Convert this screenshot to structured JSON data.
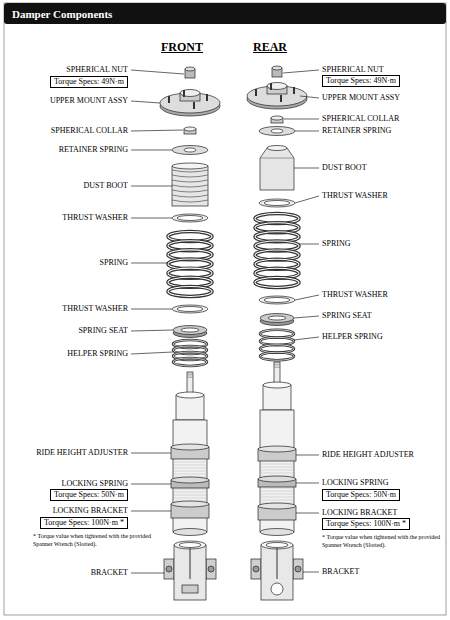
{
  "diagram": {
    "title": "Damper Components",
    "nodes": [
      {
        "text": [
          "Torque Specs: 49N·m"
        ]
      },
      {
        "text": [
          "Torque Specs: 50N·m"
        ]
      },
      {
        "text": [
          "Torque Specs: 100N·m *"
        ]
      },
      {
        "text": [
          "Torque Specs: 49N·m"
        ]
      },
      {
        "text": [
          "Torque Specs: 50N·m"
        ]
      },
      {
        "text": [
          "Torque Specs: 100N·m *"
        ]
      }
    ],
    "labels": [
      "FRONT",
      "REAR",
      "SPHERICAL NUT",
      "UPPER MOUNT ASSY",
      "SPHERICAL COLLAR",
      "RETAINER SPRING",
      "DUST BOOT",
      "THRUST WASHER",
      "SPRING",
      "THRUST WASHER",
      "SPRING SEAT",
      "HELPER SPRING",
      "RIDE HEIGHT ADJUSTER",
      "LOCKING SPRING",
      "LOCKING BRACKET",
      "* Torque value when tightened with the provided Spanner Wrench (Slotted).",
      "BRACKET",
      "SPHERICAL NUT",
      "UPPER MOUNT ASSY",
      "SPHERICAL COLLAR",
      "RETAINER SPRING",
      "DUST BOOT",
      "THRUST WASHER",
      "SPRING",
      "THRUST WASHER",
      "SPRING SEAT",
      "HELPER SPRING",
      "RIDE HEIGHT ADJUSTER",
      "LOCKING SPRING",
      "LOCKING BRACKET",
      "* Torque value when tightened with the provided Spanner Wrench (Slotted).",
      "BRACKET"
    ]
  }
}
